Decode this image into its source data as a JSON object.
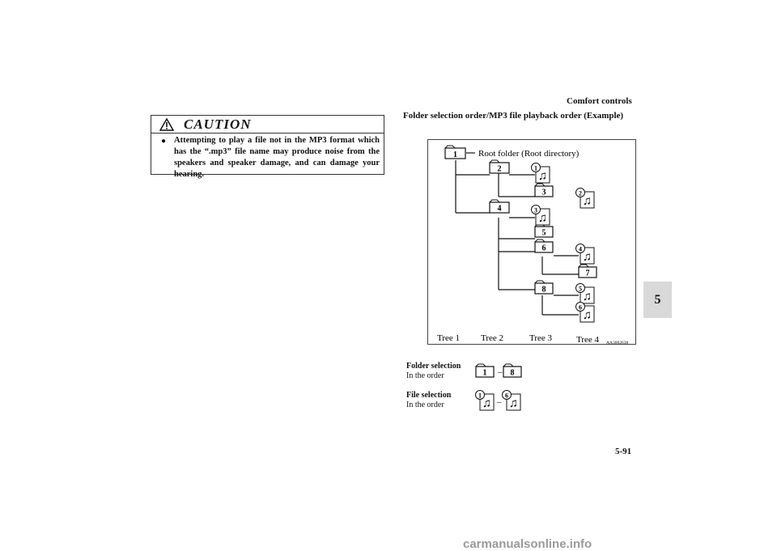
{
  "header": {
    "title": "Comfort controls"
  },
  "caution": {
    "label": "CAUTION",
    "bullet": "●",
    "text": "Attempting to play a file not in the MP3 format which has the “.mp3” file name may produce noise from the speakers and speaker damage, and can damage your hearing."
  },
  "section": {
    "heading": "Folder selection order/MP3 file playback order (Example)"
  },
  "diagram": {
    "root_label": "Root folder (Root directory)",
    "figure_code": "AA3002638",
    "tree_labels": [
      "Tree 1",
      "Tree 2",
      "Tree 3",
      "Tree 4"
    ],
    "folders": [
      "1",
      "2",
      "3",
      "4",
      "5",
      "6",
      "7",
      "8"
    ],
    "files": [
      "1",
      "2",
      "3",
      "4",
      "5",
      "6"
    ]
  },
  "legend": {
    "folder_title": "Folder selection",
    "folder_sub": "In the order",
    "folder_from": "1",
    "folder_to": "8",
    "file_title": "File selection",
    "file_sub": "In the order",
    "file_from": "1",
    "file_to": "6",
    "dash": "–"
  },
  "tab": {
    "chapter": "5"
  },
  "page": {
    "number": "5-91"
  },
  "watermark": {
    "text": "carmanualsonline.info"
  }
}
